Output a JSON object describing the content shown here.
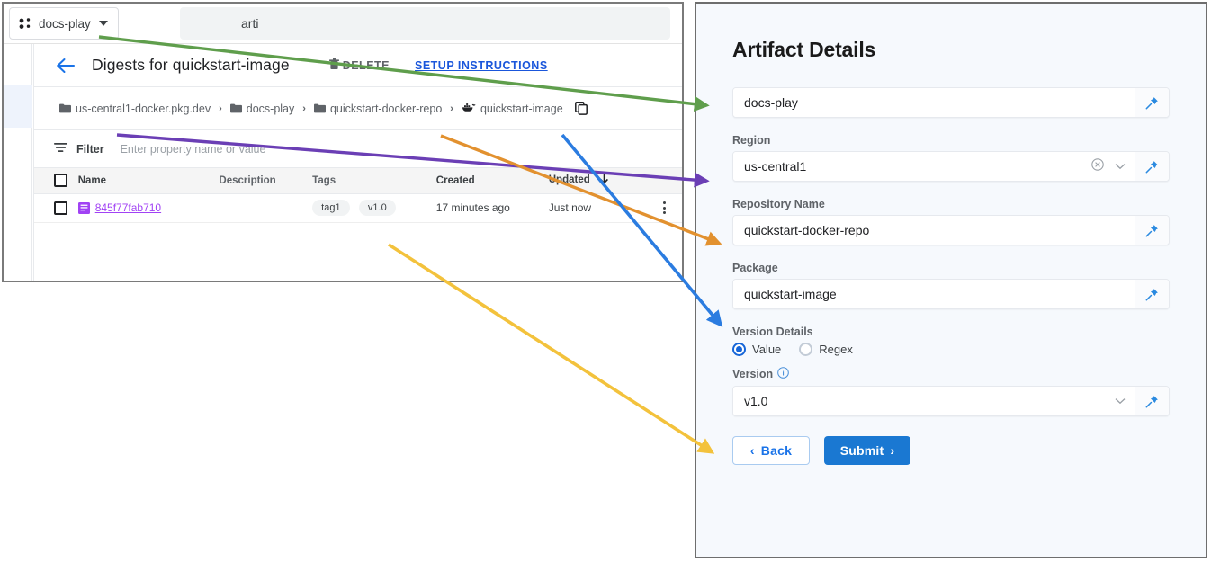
{
  "console": {
    "project_selector": {
      "label": "docs-play",
      "icon": "project-dots-icon"
    },
    "search": {
      "value": "arti",
      "placeholder": "arti"
    },
    "page": {
      "back_icon": "back-arrow-icon",
      "title": "Digests for quickstart-image",
      "delete_label": "DELETE",
      "setup_label": "SETUP INSTRUCTIONS"
    },
    "breadcrumb": {
      "separator": "›",
      "items": [
        {
          "label": "us-central1-docker.pkg.dev",
          "icon": "folder-icon"
        },
        {
          "label": "docs-play",
          "icon": "folder-icon"
        },
        {
          "label": "quickstart-docker-repo",
          "icon": "folder-icon"
        },
        {
          "label": "quickstart-image",
          "icon": "docker-whale-icon"
        }
      ],
      "copy_icon": "copy-icon"
    },
    "filter": {
      "label": "Filter",
      "placeholder": "Enter property name or value",
      "icon": "filter-icon"
    },
    "table": {
      "columns": [
        "Name",
        "Description",
        "Tags",
        "Created",
        "Updated"
      ],
      "sort_column": "Updated",
      "sort_dir": "desc",
      "rows": [
        {
          "name": "845f77fab710",
          "description": "",
          "tags": [
            "tag1",
            "v1.0"
          ],
          "created": "17 minutes ago",
          "updated": "Just now"
        }
      ]
    }
  },
  "form": {
    "title": "Artifact Details",
    "fields": [
      {
        "key": "project",
        "label": "",
        "value": "docs-play",
        "clearable": false,
        "dropdown": false,
        "pinned": true
      },
      {
        "key": "region",
        "label": "Region",
        "value": "us-central1",
        "clearable": true,
        "dropdown": true,
        "pinned": true
      },
      {
        "key": "repository",
        "label": "Repository Name",
        "value": "quickstart-docker-repo",
        "clearable": false,
        "dropdown": false,
        "pinned": true
      },
      {
        "key": "package",
        "label": "Package",
        "value": "quickstart-image",
        "clearable": false,
        "dropdown": false,
        "pinned": true
      }
    ],
    "version_details": {
      "label": "Version Details",
      "options": [
        {
          "label": "Value",
          "selected": true
        },
        {
          "label": "Regex",
          "selected": false
        }
      ]
    },
    "version": {
      "label": "Version",
      "info_icon": "info-icon",
      "value": "v1.0",
      "dropdown": true,
      "pinned": true
    },
    "buttons": {
      "back": "Back",
      "submit": "Submit"
    }
  },
  "annotations": {
    "arrows": [
      {
        "name": "project-arrow",
        "color": "#5f9e4c",
        "from_label": "docs-play chip",
        "to_label": "docs-play field"
      },
      {
        "name": "region-arrow",
        "color": "#6b3fb5",
        "from_label": "us-central1-docker.pkg.dev breadcrumb",
        "to_label": "Region field"
      },
      {
        "name": "repository-arrow",
        "color": "#e2912f",
        "from_label": "quickstart-docker-repo breadcrumb",
        "to_label": "Repository Name field"
      },
      {
        "name": "package-arrow",
        "color": "#2b7ce0",
        "from_label": "quickstart-image breadcrumb",
        "to_label": "Package field"
      },
      {
        "name": "version-arrow",
        "color": "#f3c23c",
        "from_label": "v1.0 tag chip",
        "to_label": "Version field"
      }
    ]
  },
  "colors": {
    "panel_bg": "#f6f9fd",
    "accent_blue": "#1a73e8",
    "submit_blue": "#1a78d2",
    "link_purple": "#a142f4",
    "chip_bg": "#f1f3f4"
  }
}
